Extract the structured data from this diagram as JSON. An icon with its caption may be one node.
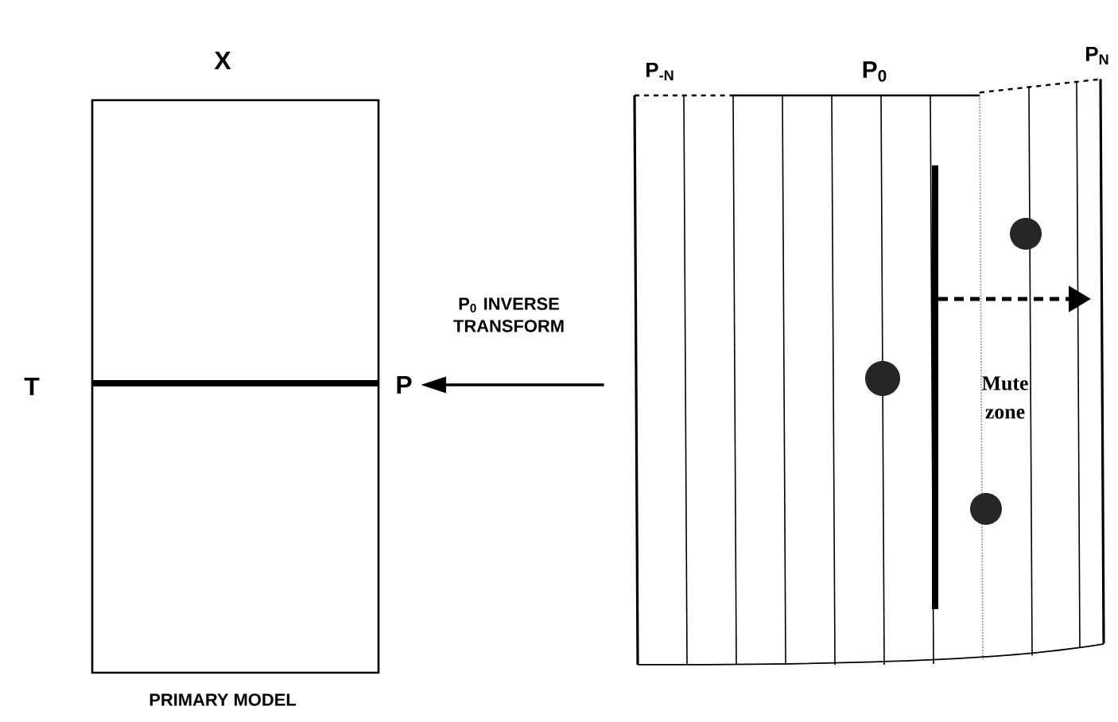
{
  "diagram": {
    "nodes": [
      {
        "text": [
          "PRIMARY MODEL"
        ]
      },
      {
        "text": [
          "P"
        ]
      },
      {
        "text": [],
        "shape": "picture"
      }
    ],
    "edges": [
      {
        "from": 2,
        "to": 1,
        "arrow": "to",
        "label": "P$_{0}$ INVERSE TRANSFORM"
      }
    ],
    "labels": [
      "X",
      "T",
      "P$_{-N}$",
      "P$_{0}$",
      "P$_{N}$",
      "Mute zone"
    ]
  }
}
